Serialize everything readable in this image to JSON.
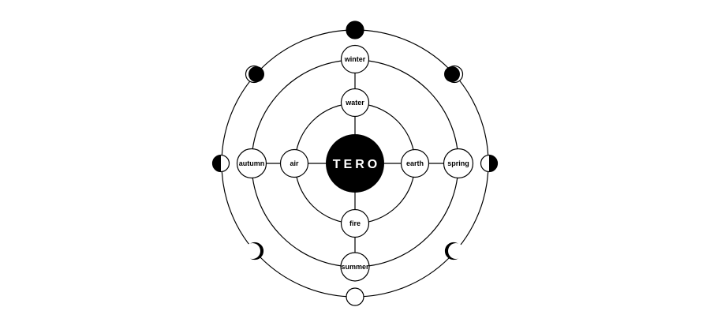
{
  "diagram": {
    "center": {
      "label": "TERO",
      "fill": "#000000",
      "text_color": "#ffffff"
    },
    "elements": {
      "top": "water",
      "left": "air",
      "right": "earth",
      "bottom": "fire"
    },
    "seasons": {
      "top": "winter",
      "left": "autumn",
      "right": "spring",
      "bottom": "summer"
    },
    "moon_phases": [
      {
        "id": "new-moon",
        "phase": "new"
      },
      {
        "id": "waxing-crescent",
        "phase": "waxing-crescent"
      },
      {
        "id": "first-quarter",
        "phase": "first-quarter"
      },
      {
        "id": "waxing-gibbous",
        "phase": "waxing-gibbous"
      },
      {
        "id": "full-moon",
        "phase": "full"
      },
      {
        "id": "waning-gibbous",
        "phase": "waning-gibbous"
      },
      {
        "id": "last-quarter",
        "phase": "last-quarter"
      },
      {
        "id": "waning-crescent",
        "phase": "waning-crescent"
      }
    ],
    "colors": {
      "line": "#000000",
      "node_fill": "#ffffff",
      "dark": "#000000"
    }
  }
}
